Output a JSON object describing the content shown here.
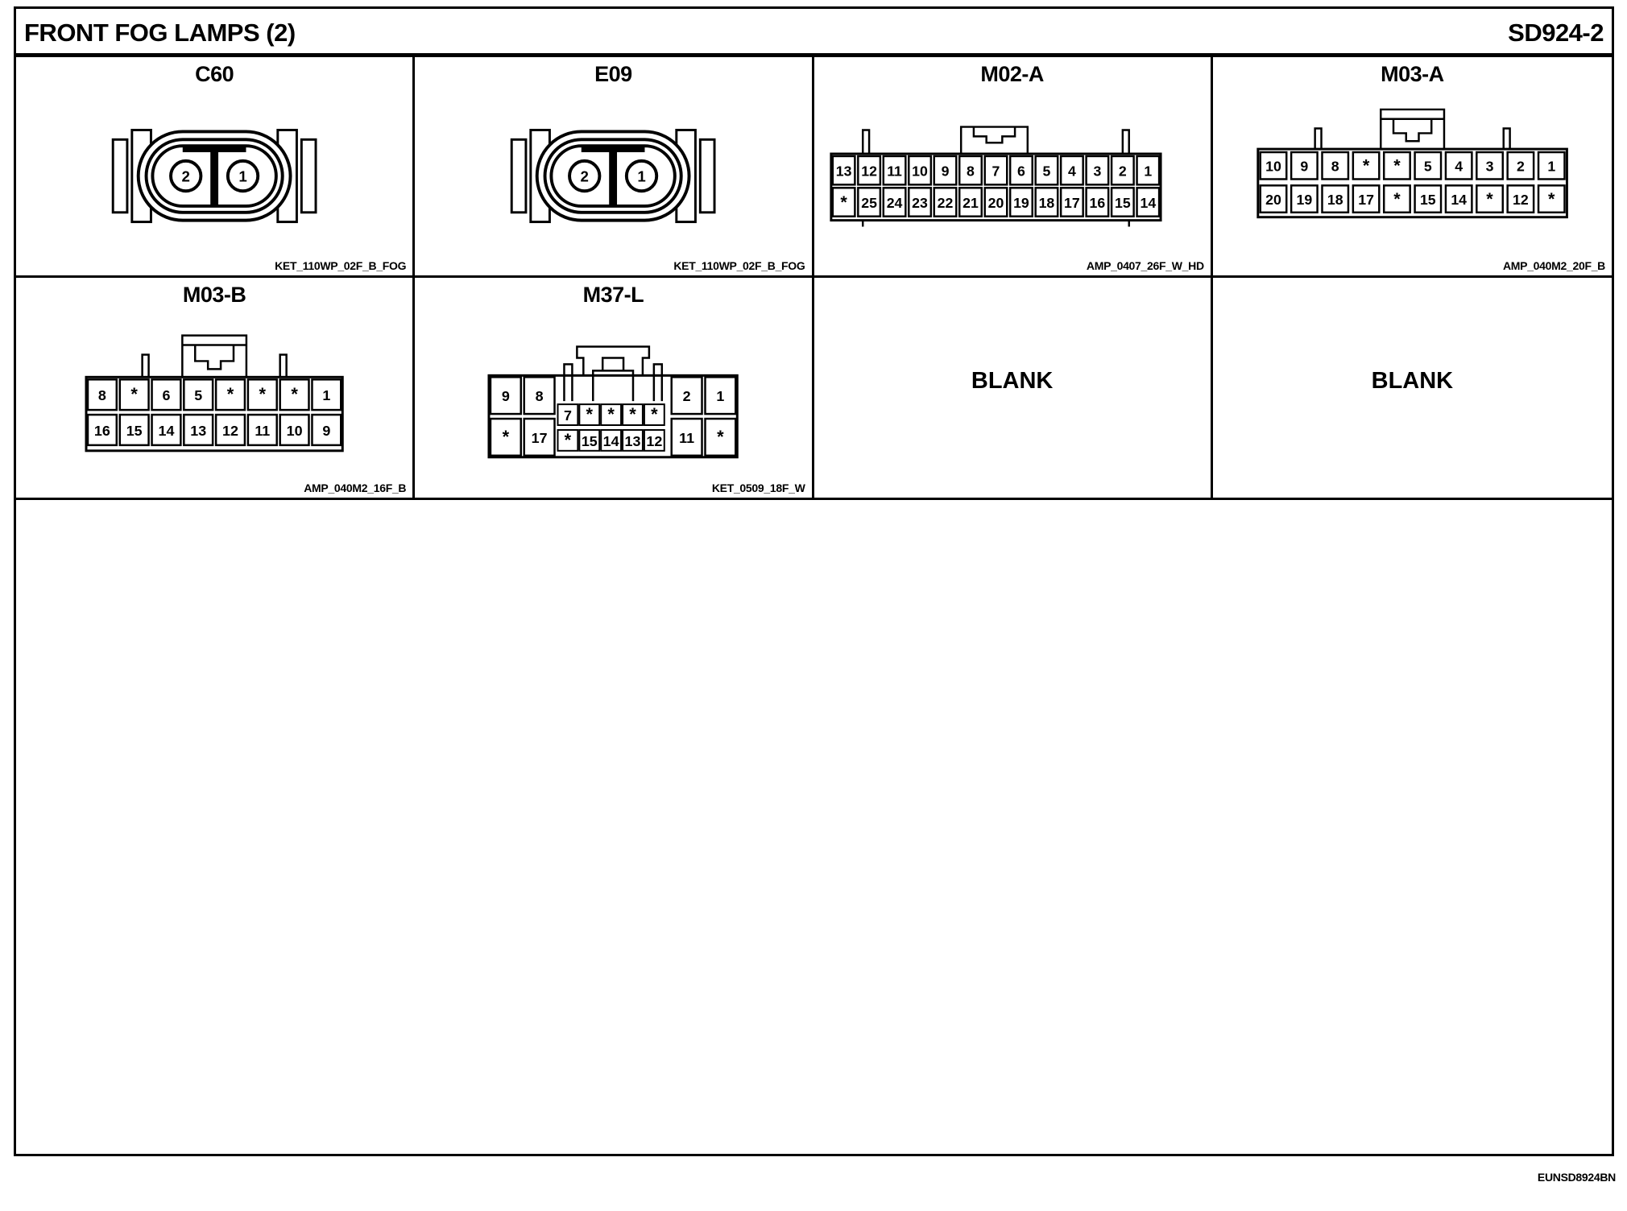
{
  "header": {
    "title": "FRONT FOG LAMPS (2)",
    "sheet_id": "SD924-2"
  },
  "cells": [
    {
      "name": "C60",
      "part": "KET_110WP_02F_B_FOG",
      "type": "fog",
      "pins": [
        "2",
        "1"
      ]
    },
    {
      "name": "E09",
      "part": "KET_110WP_02F_B_FOG",
      "type": "fog",
      "pins": [
        "2",
        "1"
      ]
    },
    {
      "name": "M02-A",
      "part": "AMP_0407_26F_W_HD",
      "type": "m02a",
      "rows": [
        [
          "13",
          "12",
          "11",
          "10",
          "9",
          "8",
          "7",
          "6",
          "5",
          "4",
          "3",
          "2",
          "1"
        ],
        [
          "*",
          "25",
          "24",
          "23",
          "22",
          "21",
          "20",
          "19",
          "18",
          "17",
          "16",
          "15",
          "14"
        ]
      ]
    },
    {
      "name": "M03-A",
      "part": "AMP_040M2_20F_B",
      "type": "m03a",
      "rows": [
        [
          "10",
          "9",
          "8",
          "*",
          "*",
          "5",
          "4",
          "3",
          "2",
          "1"
        ],
        [
          "20",
          "19",
          "18",
          "17",
          "*",
          "15",
          "14",
          "*",
          "12",
          "*"
        ]
      ]
    },
    {
      "name": "M03-B",
      "part": "AMP_040M2_16F_B",
      "type": "m03b",
      "rows": [
        [
          "8",
          "*",
          "6",
          "5",
          "*",
          "*",
          "*",
          "1"
        ],
        [
          "16",
          "15",
          "14",
          "13",
          "12",
          "11",
          "10",
          "9"
        ]
      ]
    },
    {
      "name": "M37-L",
      "part": "KET_0509_18F_W",
      "type": "m37l",
      "left": [
        [
          "9",
          "8"
        ],
        [
          "*",
          "17"
        ]
      ],
      "mid": [
        [
          "7",
          "*",
          "*",
          "*",
          "*"
        ],
        [
          "*",
          "15",
          "14",
          "13",
          "12"
        ]
      ],
      "right": [
        [
          "2",
          "1"
        ],
        [
          "11",
          "*"
        ]
      ]
    },
    {
      "name": "",
      "part": "",
      "type": "blank",
      "label": "BLANK"
    },
    {
      "name": "",
      "part": "",
      "type": "blank",
      "label": "BLANK"
    }
  ],
  "footer": {
    "code": "EUNSD8924BN"
  }
}
